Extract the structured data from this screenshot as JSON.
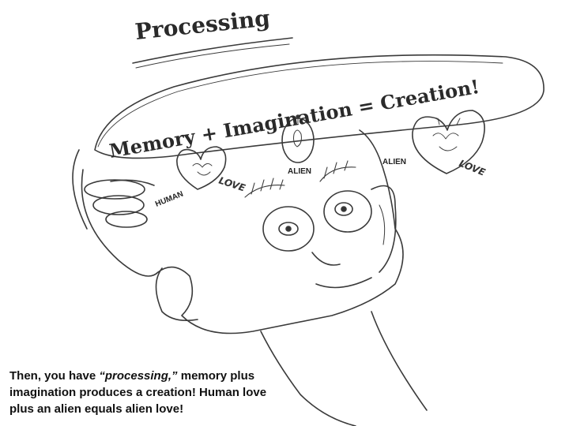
{
  "sketch": {
    "title": "Processing",
    "equation": "Memory + Imagination = Creation!",
    "labels": {
      "human": "HUMAN",
      "love_left": "LOVE",
      "alien_center": "ALIEN",
      "alien_right": "ALIEN",
      "love_right": "LOVE"
    }
  },
  "caption": {
    "prefix": "Then, you have ",
    "emphasis": "“processing,”",
    "suffix": " memory plus imagination produces a creation!  Human love plus an alien equals alien love!"
  }
}
